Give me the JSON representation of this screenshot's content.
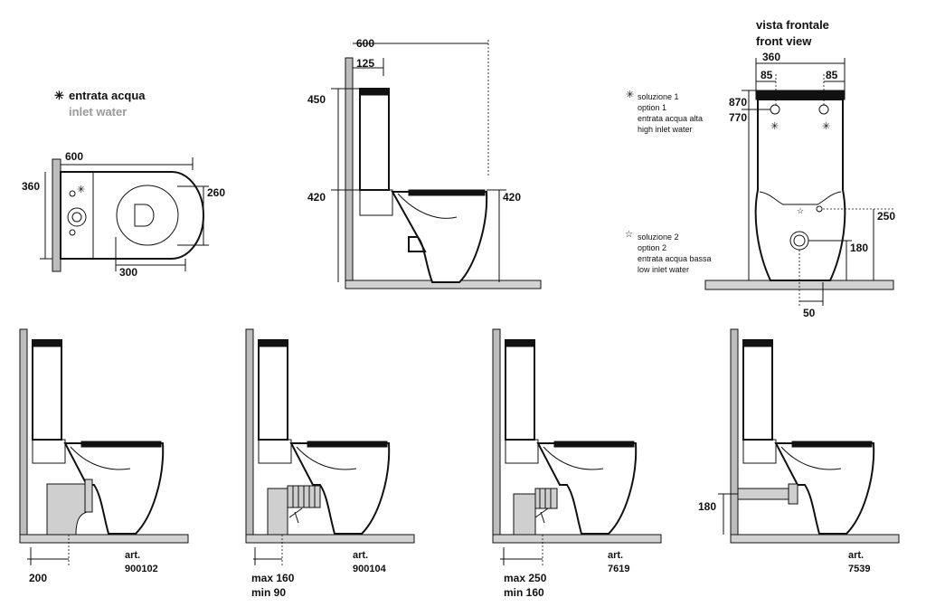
{
  "legend": {
    "symbol": "✳",
    "line1": "entrata acqua",
    "line2": "inlet water"
  },
  "front_view": {
    "title_it": "vista frontale",
    "title_en": "front view",
    "option1": [
      "soluzione 1",
      "option 1",
      "entrata acqua alta",
      "high inlet water"
    ],
    "option2": [
      "soluzione 2",
      "option 2",
      "entrata acqua bassa",
      "low inlet water"
    ]
  },
  "dimensions": {
    "top_width": "600",
    "top_depth": "360",
    "top_seat": "260",
    "top_axis": "300",
    "side_depth": "600",
    "side_tank": "125",
    "side_upper": "450",
    "side_lower": "420",
    "side_rim": "420",
    "front_width": "360",
    "front_left": "85",
    "front_right": "85",
    "front_total": "870",
    "front_tank": "770",
    "front_low_inlet": "250",
    "front_outlet": "180",
    "front_offset": "50"
  },
  "variants": [
    {
      "art_label": "art.",
      "art_code": "900102",
      "dims": [
        "200"
      ]
    },
    {
      "art_label": "art.",
      "art_code": "900104",
      "dims": [
        "max 160",
        "min  90"
      ]
    },
    {
      "art_label": "art.",
      "art_code": "7619",
      "dims": [
        "max 250",
        "min 160"
      ]
    },
    {
      "art_label": "art.",
      "art_code": "7539",
      "dims": [
        "180"
      ]
    }
  ]
}
